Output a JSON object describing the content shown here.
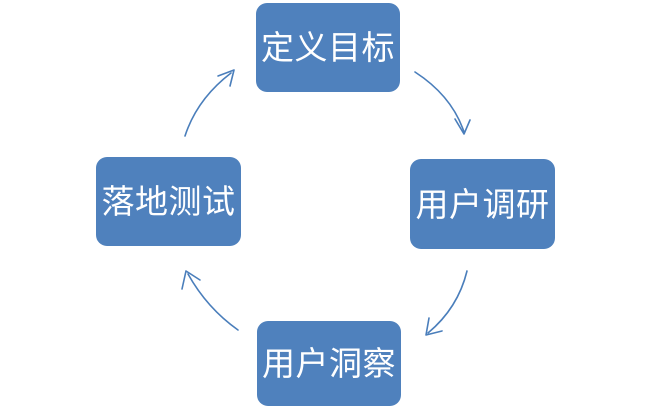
{
  "diagram": {
    "type": "cycle",
    "direction": "clockwise",
    "stage_count": 4,
    "colors": {
      "node_fill": "#4f81bd",
      "node_text": "#ffffff",
      "arrow_stroke": "#4a7ebb",
      "background": "#ffffff"
    },
    "nodes": [
      {
        "id": "define",
        "label": "定义目标",
        "position": "top"
      },
      {
        "id": "research",
        "label": "用户调研",
        "position": "right"
      },
      {
        "id": "insight",
        "label": "用户洞察",
        "position": "bottom"
      },
      {
        "id": "test",
        "label": "落地测试",
        "position": "left"
      }
    ],
    "arrows": [
      {
        "id": "define-to-research",
        "from": "define",
        "to": "research",
        "shape": "curved",
        "head": "open"
      },
      {
        "id": "research-to-insight",
        "from": "research",
        "to": "insight",
        "shape": "curved",
        "head": "open"
      },
      {
        "id": "insight-to-test",
        "from": "insight",
        "to": "test",
        "shape": "curved",
        "head": "open"
      },
      {
        "id": "test-to-define",
        "from": "test",
        "to": "define",
        "shape": "curved",
        "head": "open"
      }
    ]
  }
}
